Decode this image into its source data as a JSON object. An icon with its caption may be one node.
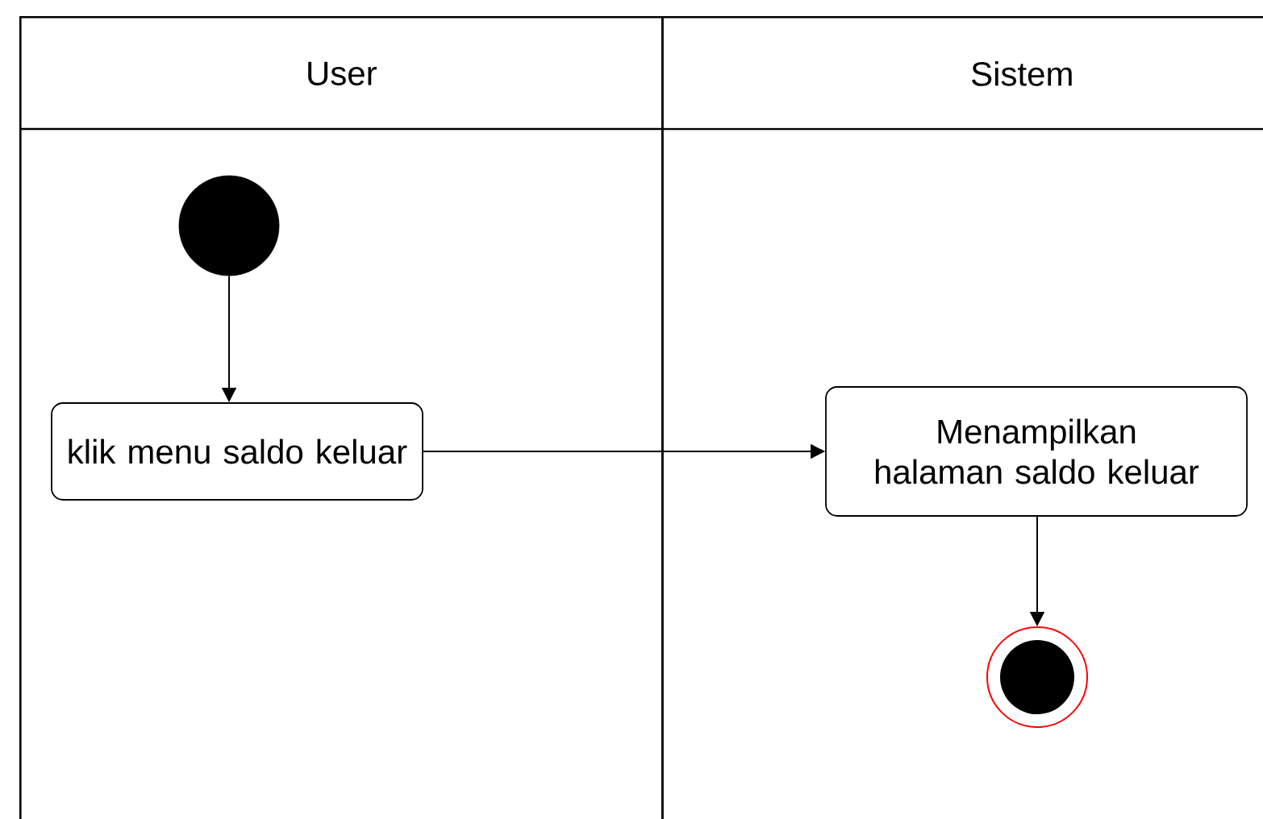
{
  "diagram": {
    "nodes": [
      {
        "text": [
          "User"
        ]
      },
      {
        "text": [
          "Sistem"
        ]
      },
      {
        "text": [],
        "shape": "circle",
        "in": 0
      },
      {
        "text": [
          "klik menu saldo keluar"
        ],
        "in": 0
      },
      {
        "text": [
          "Menampilkan halaman saldo keluar"
        ],
        "in": 1
      },
      {
        "text": [],
        "shape": "bullseye",
        "in": 1
      }
    ],
    "edges": [
      {
        "from": 2,
        "to": 3,
        "arrow": "to"
      },
      {
        "from": 3,
        "to": 4,
        "arrow": "to"
      },
      {
        "from": 4,
        "to": 5,
        "arrow": "to"
      }
    ]
  }
}
